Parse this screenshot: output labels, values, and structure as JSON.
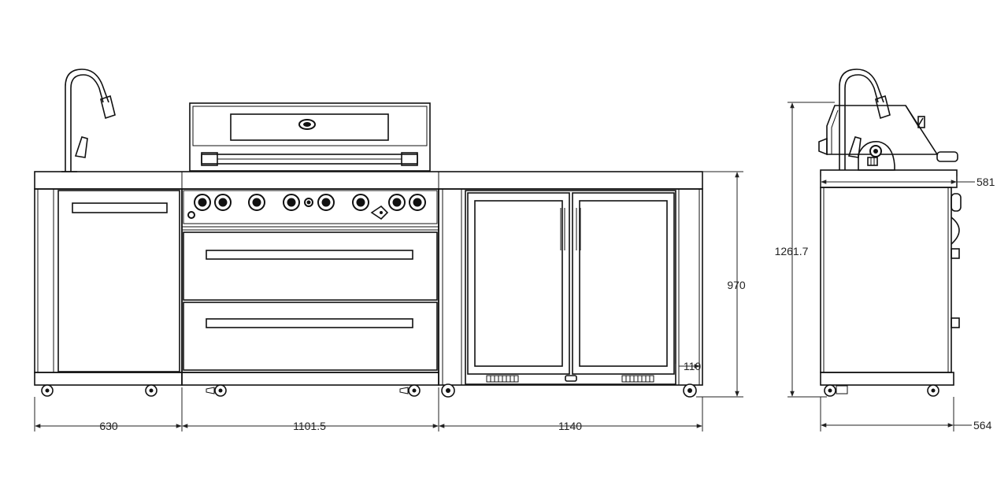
{
  "dimensions": {
    "sink_width": "630",
    "grill_width": "1101.5",
    "fridge_width": "1140",
    "height": "970",
    "overhang": "110",
    "total_height": "1261.7",
    "top_depth": "581",
    "base_depth": "564"
  }
}
